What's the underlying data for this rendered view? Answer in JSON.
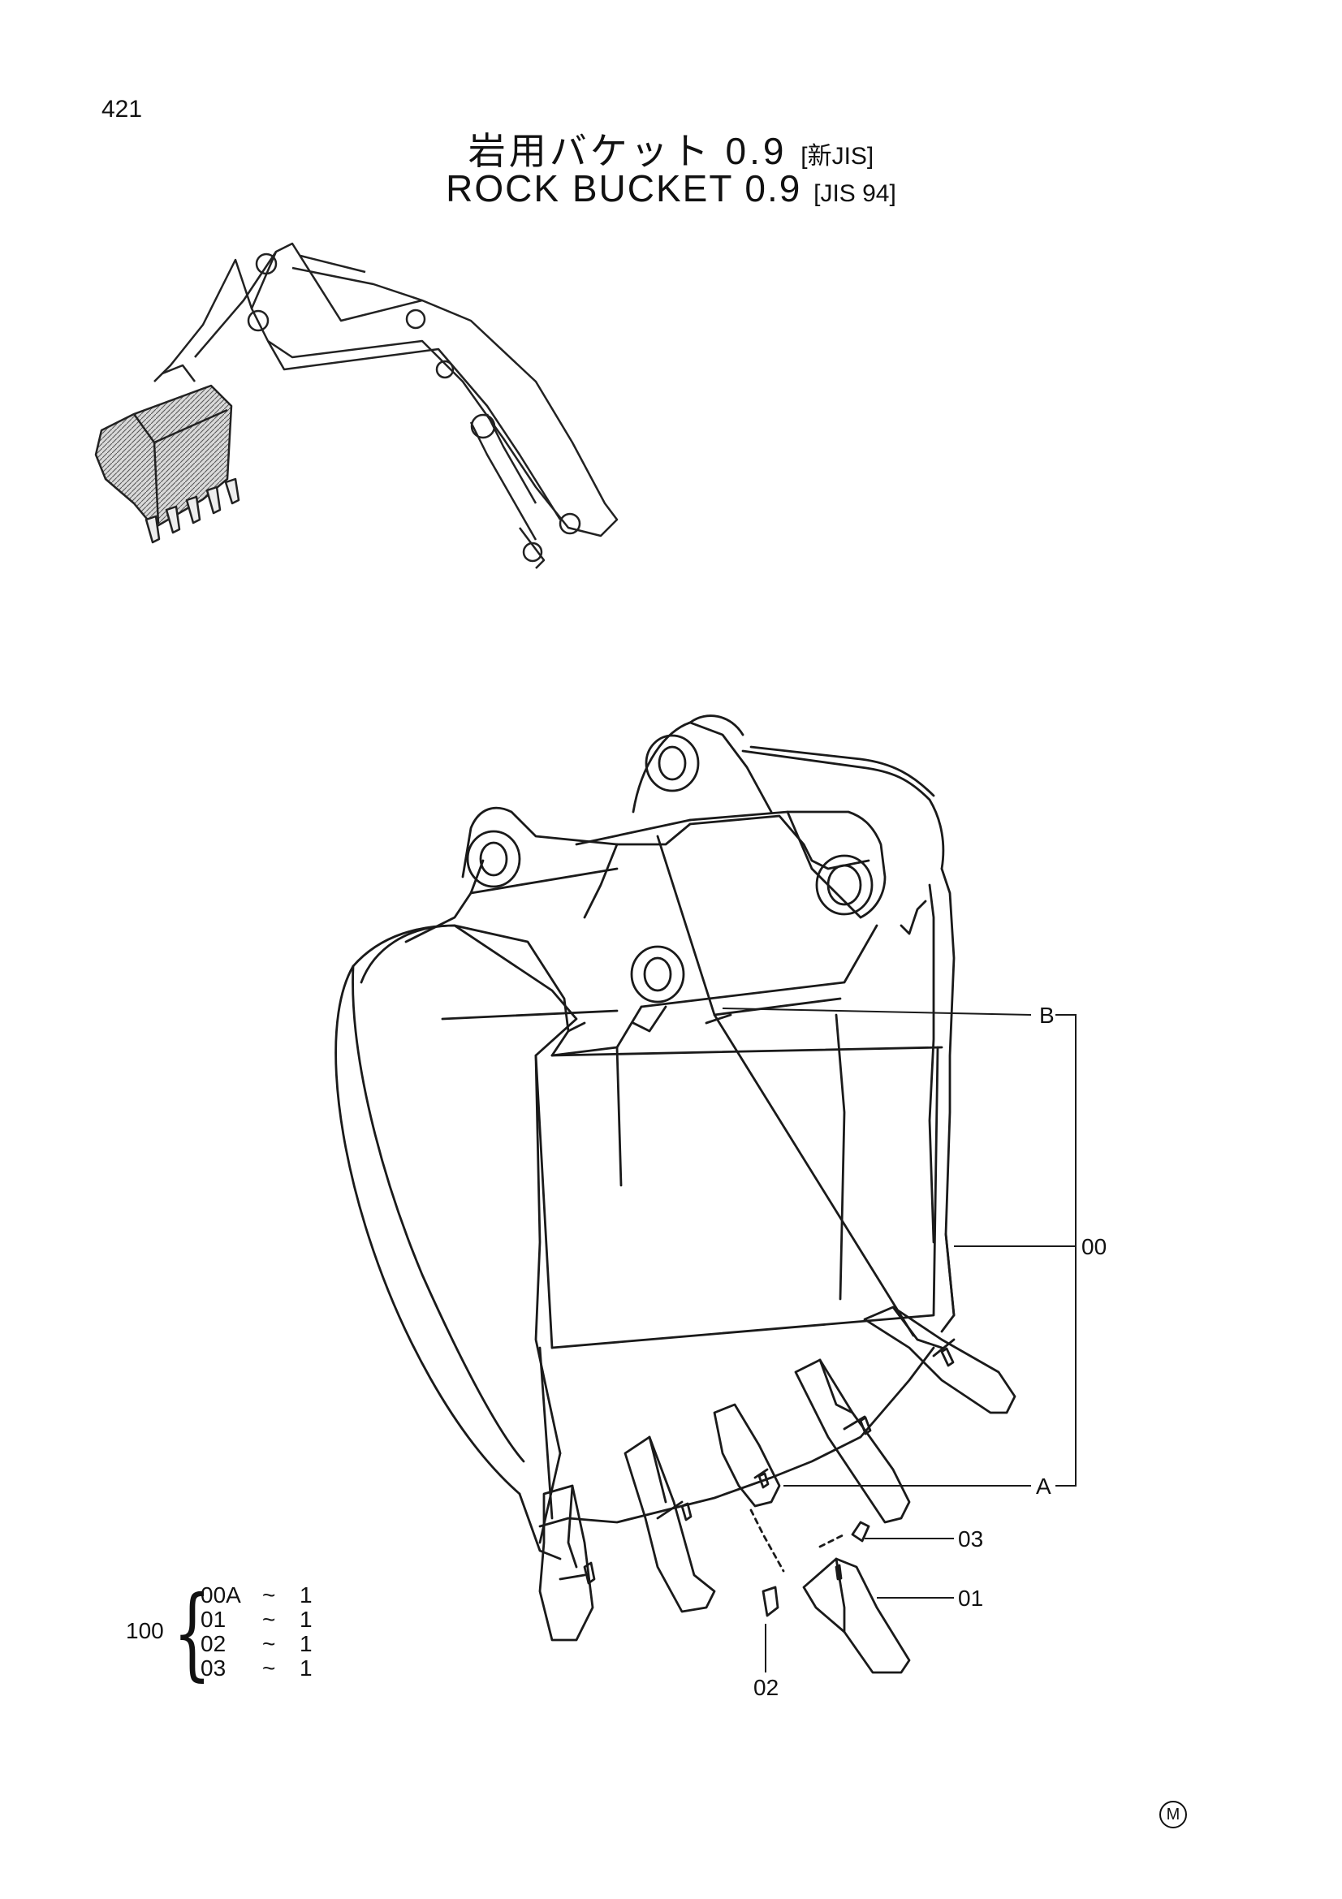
{
  "page_number": "421",
  "title": {
    "jp_main": "岩用バケット 0.9",
    "jp_tag": "[新JIS]",
    "en_main": "ROCK BUCKET 0.9",
    "en_tag": "[JIS 94]"
  },
  "callouts": {
    "b": "B",
    "a": "A",
    "assy": "00",
    "pin": "03",
    "tooth": "01",
    "lock": "02"
  },
  "kit": {
    "parent": "100",
    "rows": [
      {
        "code": "00A",
        "tilde": "~",
        "qty": "1"
      },
      {
        "code": "01",
        "tilde": "~",
        "qty": "1"
      },
      {
        "code": "02",
        "tilde": "~",
        "qty": "1"
      },
      {
        "code": "03",
        "tilde": "~",
        "qty": "1"
      }
    ]
  },
  "maker_mark": "M"
}
